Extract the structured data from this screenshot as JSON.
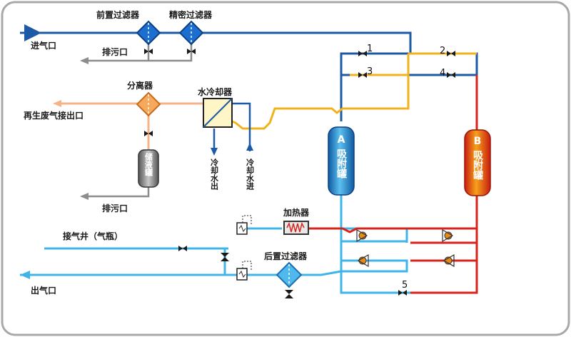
{
  "labels": {
    "pre_filter": "前置过滤器",
    "precision_filter": "精密过滤器",
    "inlet": "进气口",
    "drain_top": "排污口",
    "separator": "分离器",
    "water_cooler": "水冷却器",
    "regen_outlet": "再生废气接出口",
    "liquid_tank": "储液罐",
    "drain_bottom": "排污口",
    "cool_water_out": "冷却水出",
    "cool_water_in": "冷却水进",
    "heater": "加热器",
    "gas_well": "接气井（气瓶）",
    "post_filter": "后置过滤器",
    "outlet": "出气口"
  },
  "tanks": {
    "a_letter": "A",
    "a_text": "吸附罐",
    "b_letter": "B",
    "b_text": "吸附罐"
  },
  "valve_numbers": [
    "1",
    "2",
    "3",
    "4",
    "5"
  ],
  "colors": {
    "dark_blue": "#1c5aa6",
    "light_blue": "#3eb4e8",
    "yellow": "#f0b31e",
    "red": "#d8231c",
    "orange_light": "#f6b384",
    "gray": "#8c8c8c"
  }
}
